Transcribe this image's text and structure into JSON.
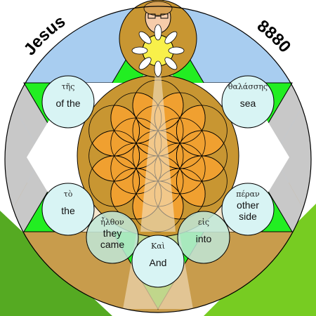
{
  "corner_texts": {
    "name": "Jesus",
    "number": "8880"
  },
  "words": [
    {
      "greek": "τῆς",
      "english": [
        "of the"
      ]
    },
    {
      "greek": "θαλάσσης",
      "english": [
        "sea"
      ]
    },
    {
      "greek": "τὸ",
      "english": [
        "the"
      ]
    },
    {
      "greek": "πέραν",
      "english": [
        "other",
        "side"
      ]
    },
    {
      "greek": "ἦλθον",
      "english": [
        "they",
        "came"
      ]
    },
    {
      "greek": "εἰς",
      "english": [
        "into"
      ]
    },
    {
      "greek": "Καὶ",
      "english": [
        "And"
      ]
    }
  ],
  "colors": {
    "sky": "#a8cdf0",
    "ground": "#c89c4c",
    "grass_left": "#55aa22",
    "grass_right": "#77cc22",
    "star_green": "#22ee22",
    "side_gray": "#c8c8c8",
    "inner_gold": "#c89632",
    "petal": "#f0a030",
    "word_circle": "#d8f4f4",
    "word_circle_translucent": "#bfe8d8",
    "light_beam": "#f3e3c6"
  }
}
